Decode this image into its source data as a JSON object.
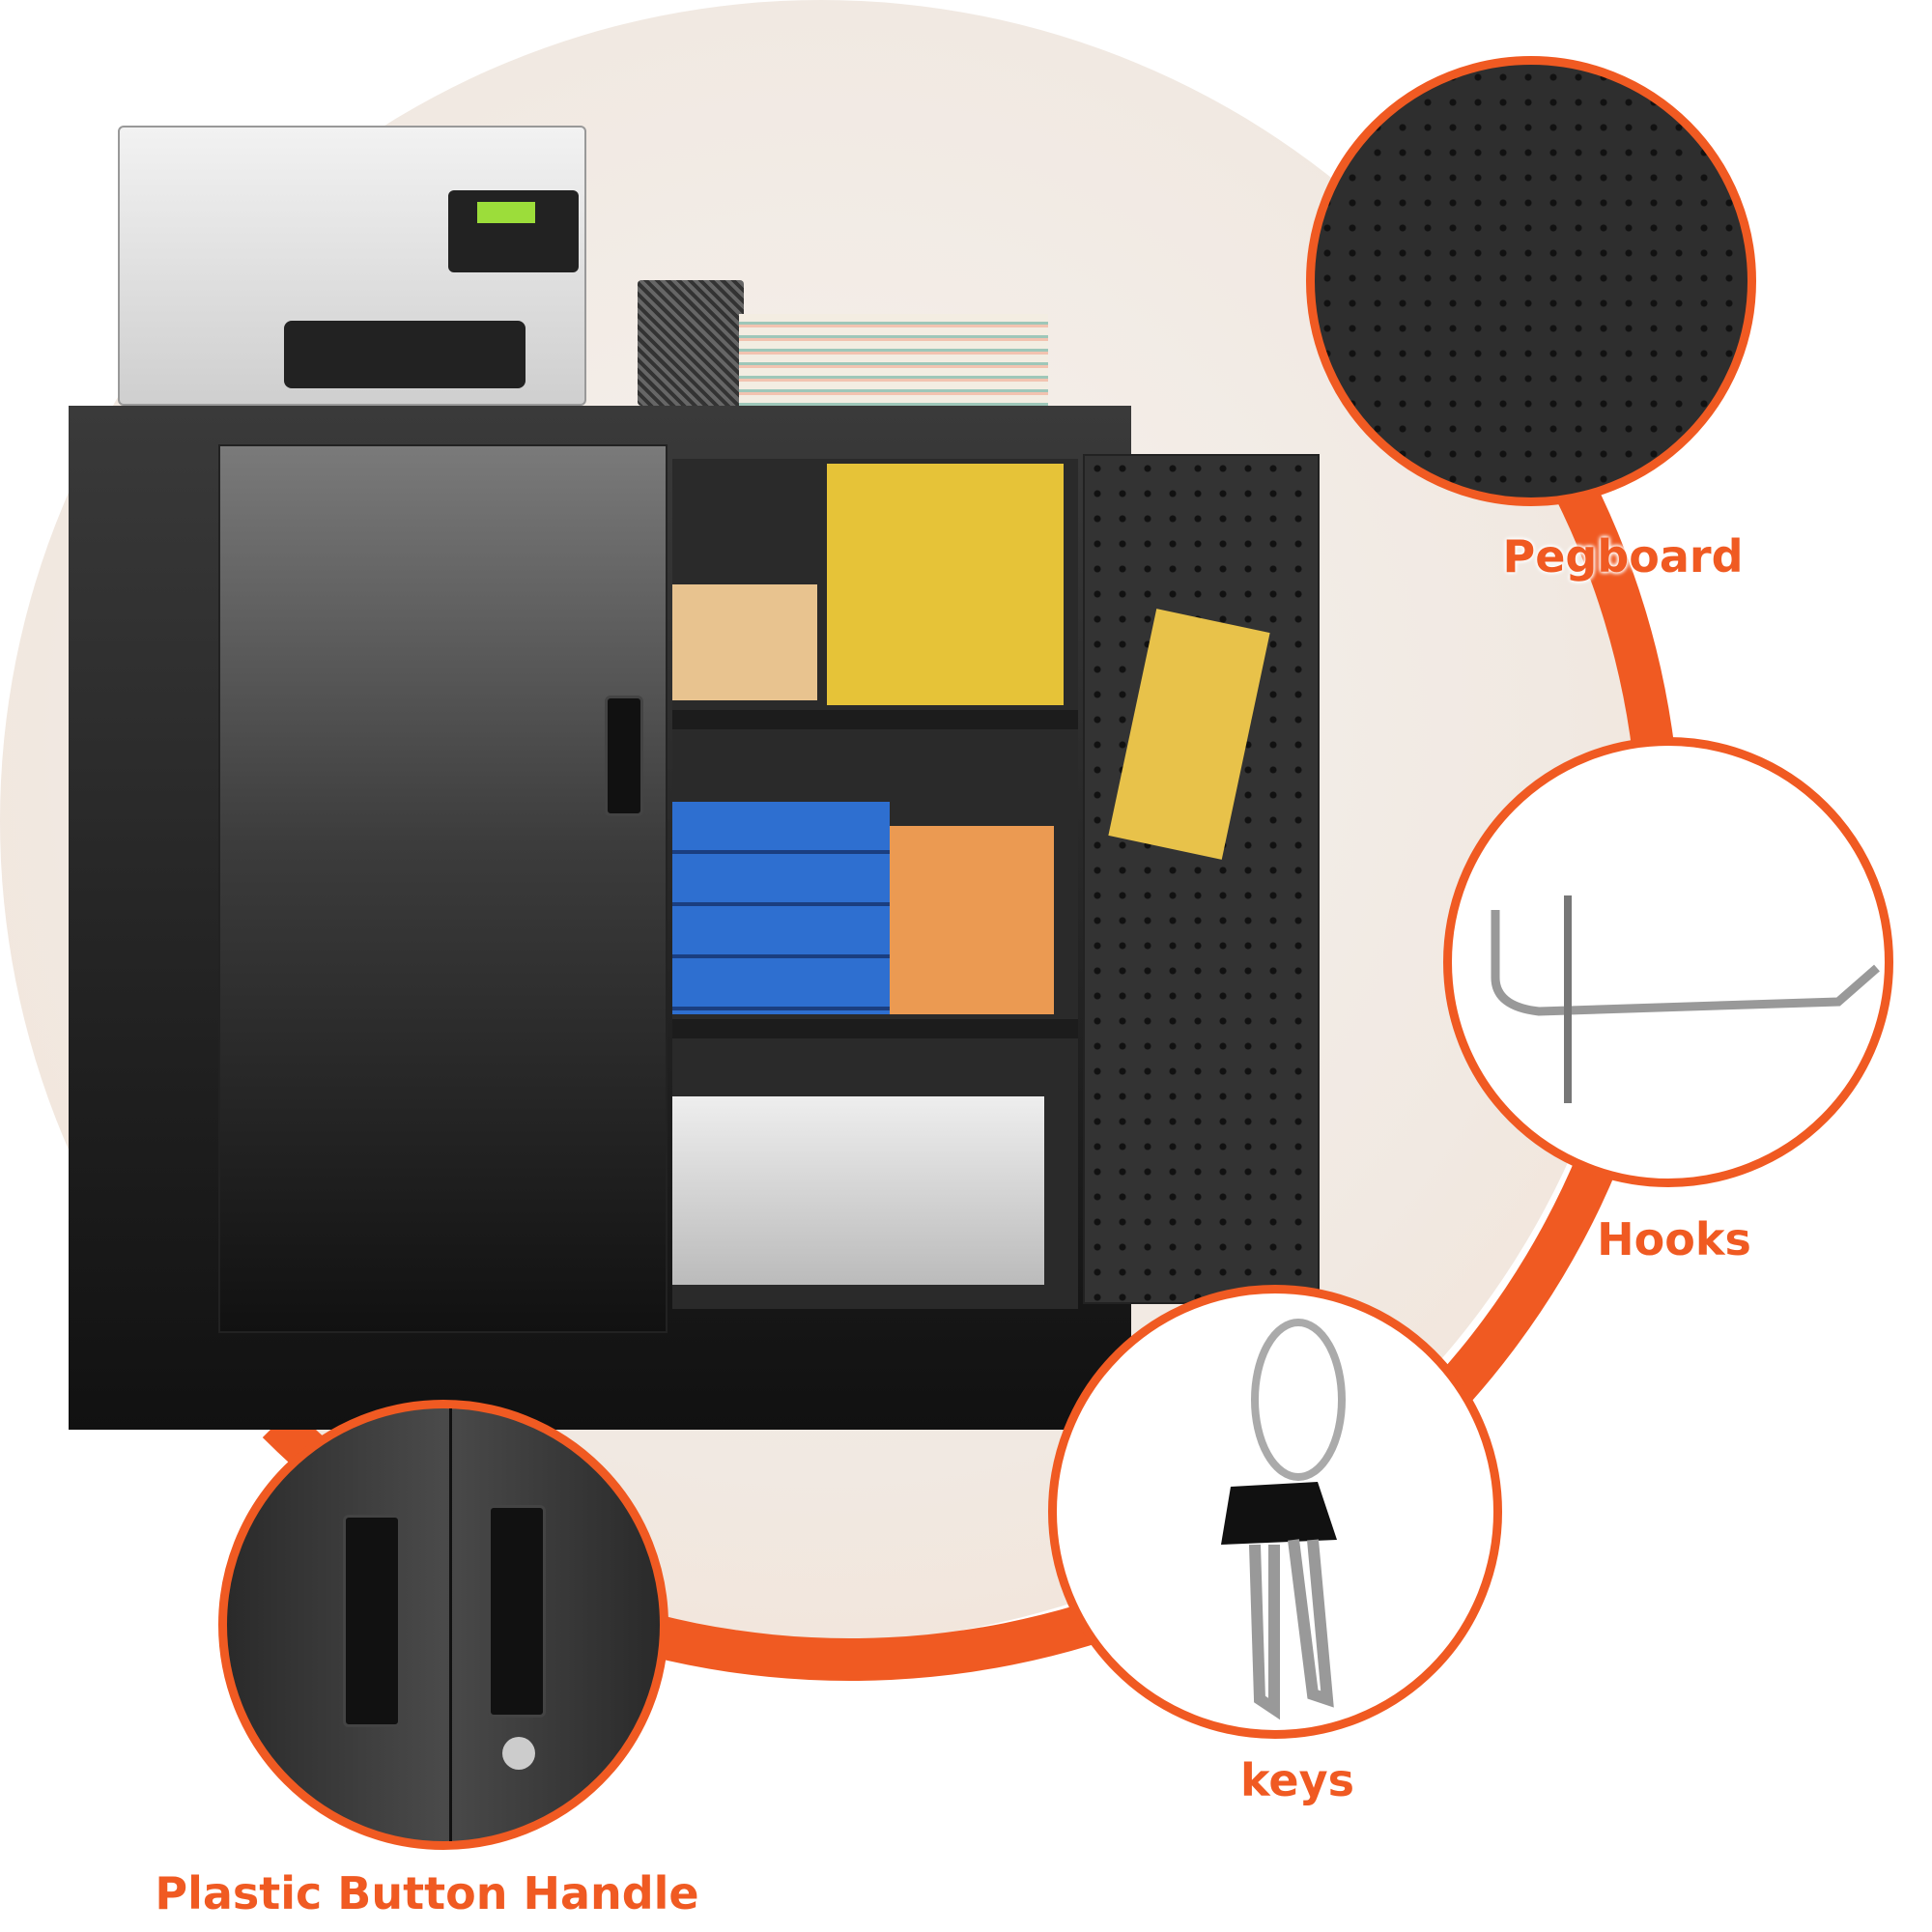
{
  "labels": {
    "pegboard": "Pegboard",
    "hooks": "Hooks",
    "keys": "keys",
    "handle": "Plastic Button Handle"
  },
  "colors": {
    "accent": "#f05a22",
    "cabinet": "#1a1a1a"
  },
  "icons": [
    "printer",
    "pen-holder",
    "book-stack",
    "cabinet",
    "pegboard-detail",
    "hook-detail",
    "keys-detail",
    "handle-detail"
  ]
}
